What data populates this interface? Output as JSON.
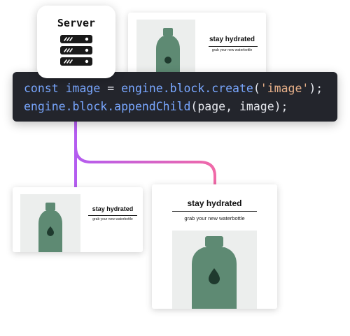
{
  "server": {
    "label": "Server",
    "icon": "server-rack-icon"
  },
  "code": {
    "line1": [
      {
        "t": "const",
        "k": "kw"
      },
      {
        "t": " ",
        "k": "pl"
      },
      {
        "t": "image",
        "k": "id"
      },
      {
        "t": " = ",
        "k": "pl"
      },
      {
        "t": "engine.block.create",
        "k": "id"
      },
      {
        "t": "(",
        "k": "pl"
      },
      {
        "t": "'image'",
        "k": "str"
      },
      {
        "t": ");",
        "k": "pl"
      }
    ],
    "line2": [
      {
        "t": "engine.block.appendChild",
        "k": "id"
      },
      {
        "t": "(page, image);",
        "k": "pl"
      }
    ]
  },
  "cards": {
    "top": {
      "heading": "stay hydrated",
      "subheading": "grab your new waterbottle"
    },
    "left": {
      "heading": "stay hydrated",
      "subheading": "grab your new waterbottle"
    },
    "right": {
      "heading": "stay hydrated",
      "subheading": "grab your new waterbottle"
    }
  },
  "colors": {
    "connector_start": "#b45cf0",
    "connector_end": "#f06aa8",
    "bottle": "#5e8a73",
    "code_bg": "#23252c"
  }
}
